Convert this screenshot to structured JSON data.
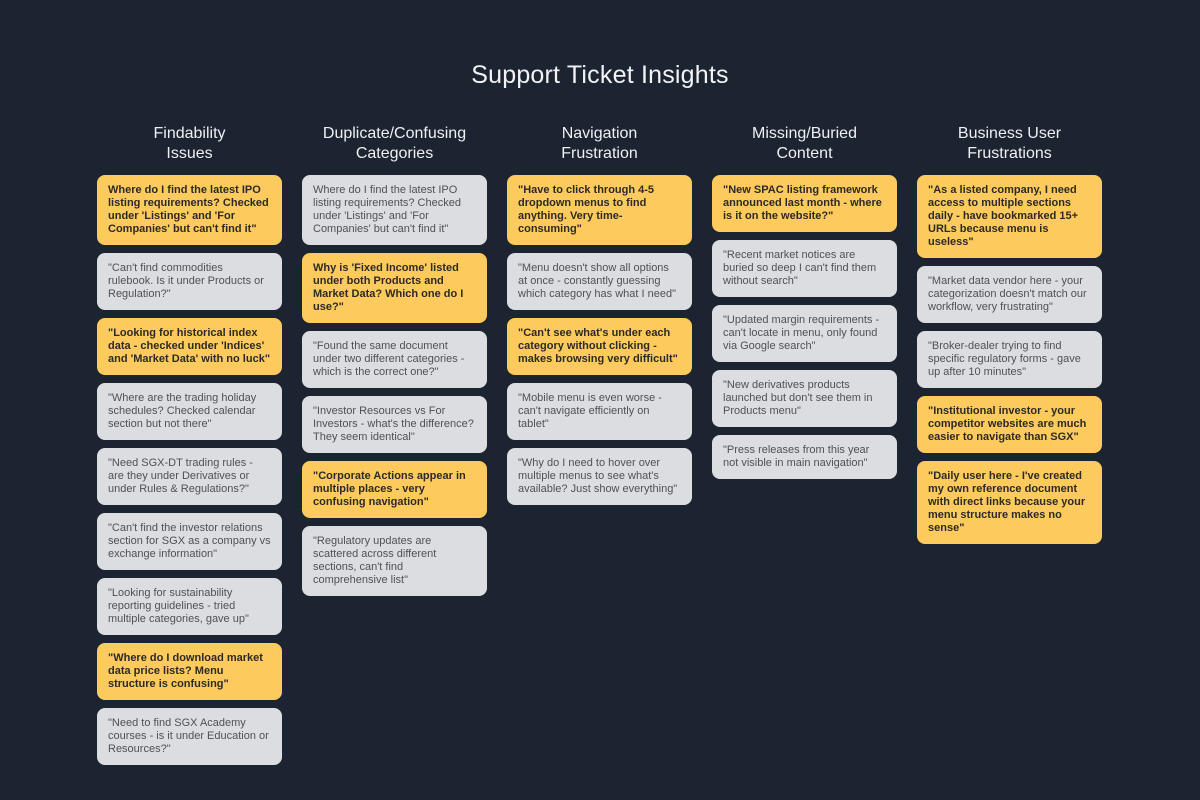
{
  "title": "Support Ticket Insights",
  "colors": {
    "background": "#1c2431",
    "highlight_card": "#fdcb5d",
    "normal_card": "#dcdde0"
  },
  "columns": [
    {
      "header": "Findability\nIssues",
      "cards": [
        {
          "text": "Where do I find the latest IPO listing requirements? Checked under 'Listings' and 'For Companies' but can't find it\"",
          "highlight": true
        },
        {
          "text": "\"Can't find commodities rulebook. Is it under Products or Regulation?\"",
          "highlight": false
        },
        {
          "text": "\"Looking for historical index data - checked under 'Indices' and 'Market Data' with no luck\"",
          "highlight": true
        },
        {
          "text": "\"Where are the trading holiday schedules? Checked calendar section but not there\"",
          "highlight": false
        },
        {
          "text": "\"Need SGX-DT trading rules - are they under Derivatives or under Rules & Regulations?\"",
          "highlight": false
        },
        {
          "text": "\"Can't find the investor relations section for SGX as a company vs exchange information\"",
          "highlight": false
        },
        {
          "text": "\"Looking for sustainability reporting guidelines - tried multiple categories, gave up\"",
          "highlight": false
        },
        {
          "text": "\"Where do I download market data price lists? Menu structure is confusing\"",
          "highlight": true
        },
        {
          "text": "\"Need to find SGX Academy courses - is it under Education or Resources?\"",
          "highlight": false
        }
      ]
    },
    {
      "header": "Duplicate/Confusing\nCategories",
      "cards": [
        {
          "text": "Where do I find the latest IPO listing requirements? Checked under 'Listings' and 'For Companies' but can't find it\"",
          "highlight": false
        },
        {
          "text": "Why is 'Fixed Income' listed under both Products and Market Data? Which one do I use?\"",
          "highlight": true
        },
        {
          "text": "\"Found the same document under two different categories - which is the correct one?\"",
          "highlight": false
        },
        {
          "text": "\"Investor Resources vs For Investors - what's the difference? They seem identical\"",
          "highlight": false
        },
        {
          "text": "\"Corporate Actions appear in multiple places - very confusing navigation\"",
          "highlight": true
        },
        {
          "text": "\"Regulatory updates are scattered across different sections, can't find comprehensive list\"",
          "highlight": false
        }
      ]
    },
    {
      "header": "Navigation\nFrustration",
      "cards": [
        {
          "text": "\"Have to click through 4-5 dropdown menus to find anything. Very time-consuming\"",
          "highlight": true
        },
        {
          "text": "\"Menu doesn't show all options at once - constantly guessing which category has what I need\"",
          "highlight": false
        },
        {
          "text": "\"Can't see what's under each category without clicking - makes browsing very difficult\"",
          "highlight": true
        },
        {
          "text": "\"Mobile menu is even worse - can't navigate efficiently on tablet\"",
          "highlight": false
        },
        {
          "text": "\"Why do I need to hover over multiple menus to see what's available? Just show everything\"",
          "highlight": false
        }
      ]
    },
    {
      "header": "Missing/Buried\nContent",
      "cards": [
        {
          "text": "\"New SPAC listing framework announced last month - where is it on the website?\"",
          "highlight": true
        },
        {
          "text": "\"Recent market notices are buried so deep I can't find them without search\"",
          "highlight": false
        },
        {
          "text": "\"Updated margin requirements - can't locate in menu, only found via Google search\"",
          "highlight": false
        },
        {
          "text": "\"New derivatives products launched but don't see them in Products menu\"",
          "highlight": false
        },
        {
          "text": "\"Press releases from this year not visible in main navigation\"",
          "highlight": false
        }
      ]
    },
    {
      "header": "Business User\nFrustrations",
      "cards": [
        {
          "text": "\"As a listed company, I need access to multiple sections daily - have bookmarked 15+ URLs because menu is useless\"",
          "highlight": true
        },
        {
          "text": "\"Market data vendor here - your categorization doesn't match our workflow, very frustrating\"",
          "highlight": false
        },
        {
          "text": "\"Broker-dealer trying to find specific regulatory forms - gave up after 10 minutes\"",
          "highlight": false
        },
        {
          "text": "\"Institutional investor - your competitor websites are much easier to navigate than SGX\"",
          "highlight": true
        },
        {
          "text": "\"Daily user here - I've created my own reference document with direct links because your menu structure makes no sense\"",
          "highlight": true
        }
      ]
    }
  ]
}
